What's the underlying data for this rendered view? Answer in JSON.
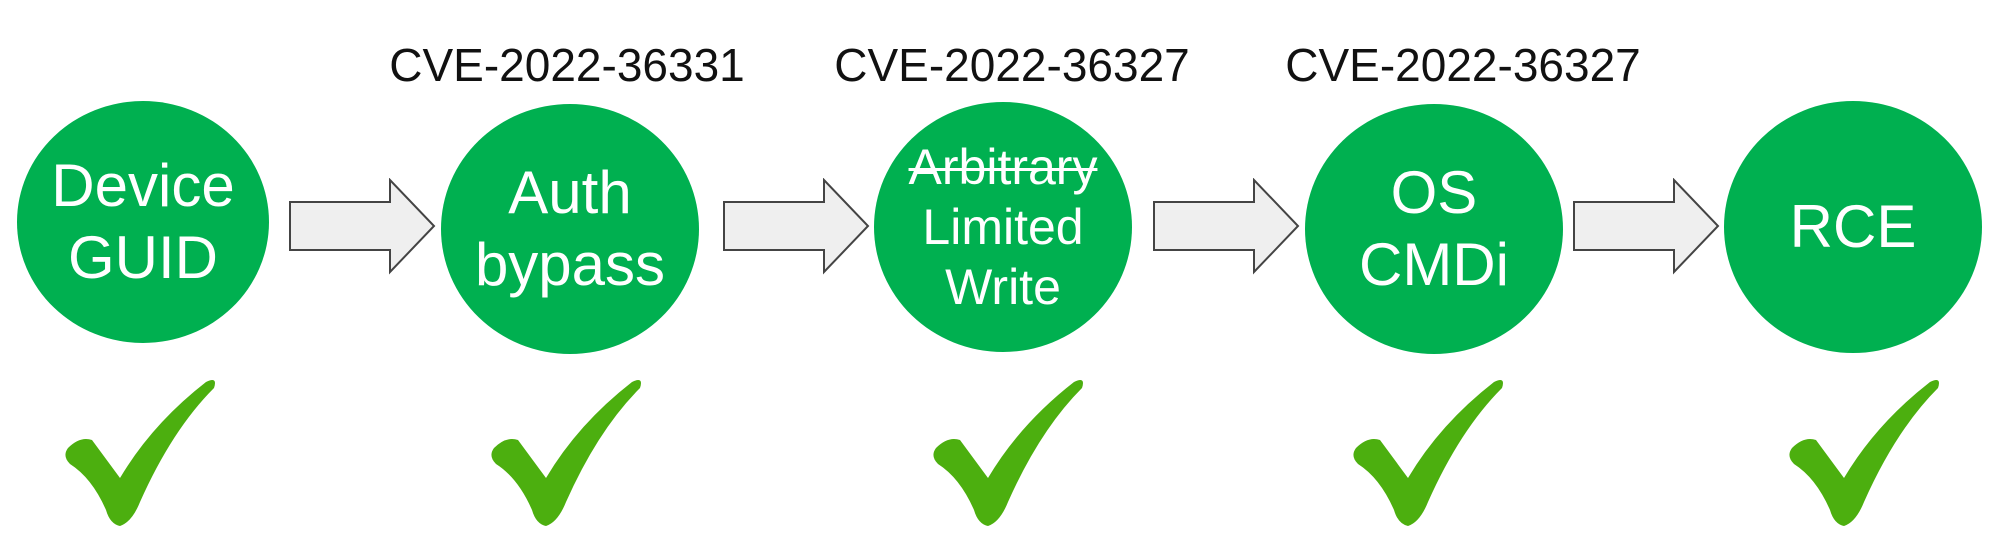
{
  "accent_color": "#00b050",
  "check_color": "#4caf0f",
  "arrow_fill": "#efefef",
  "arrow_stroke": "#444444",
  "steps": [
    {
      "lines": [
        "Device",
        "GUID"
      ],
      "cve": "",
      "status_icon": "checkmark-icon"
    },
    {
      "lines": [
        "Auth",
        "bypass"
      ],
      "cve": "CVE-2022-36331",
      "status_icon": "checkmark-icon"
    },
    {
      "strikethrough": "Arbitrary",
      "lines": [
        "Limited",
        "Write"
      ],
      "cve": "CVE-2022-36327",
      "status_icon": "checkmark-icon"
    },
    {
      "lines": [
        "OS",
        "CMDi"
      ],
      "cve": "CVE-2022-36327",
      "status_icon": "checkmark-icon"
    },
    {
      "lines": [
        "RCE"
      ],
      "cve": "",
      "status_icon": "checkmark-icon"
    }
  ],
  "connector_icon": "right-arrow-icon"
}
